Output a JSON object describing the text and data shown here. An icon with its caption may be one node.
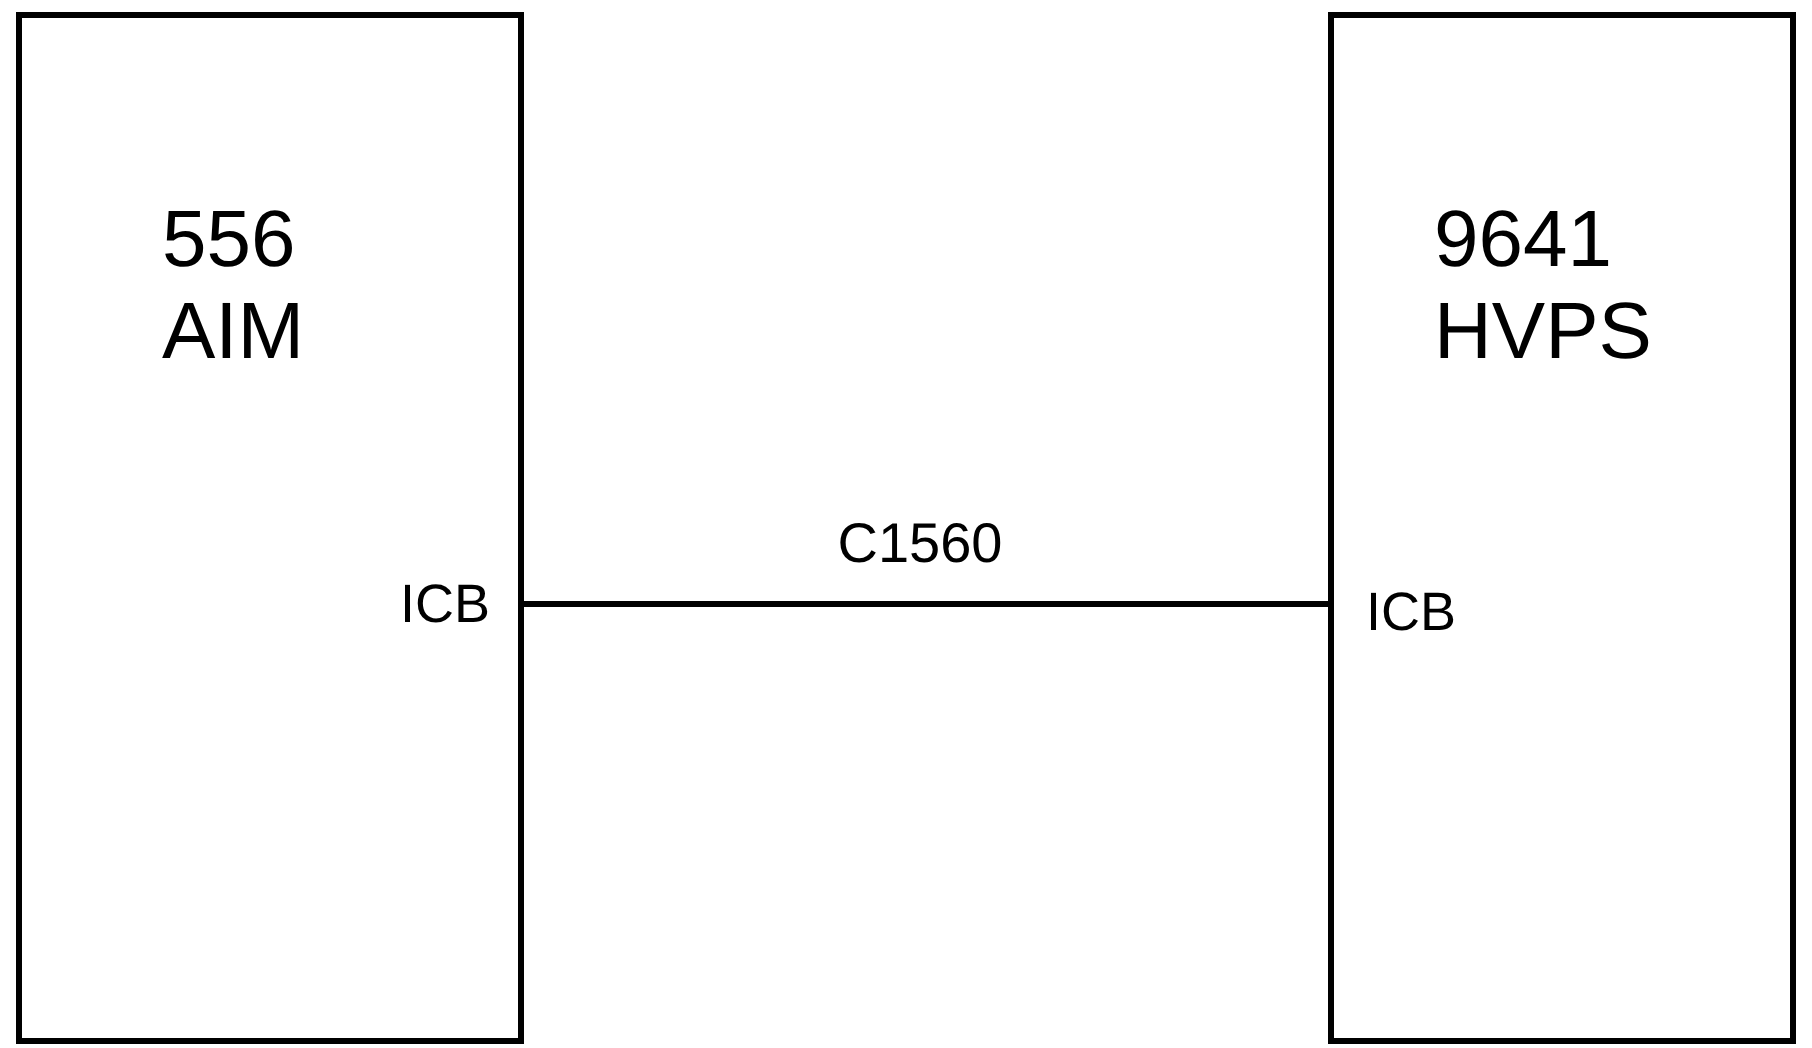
{
  "diagram": {
    "nodes": [
      {
        "text": [
          "556 AIM",
          "ICB"
        ]
      },
      {
        "text": [
          "9641 HVPS",
          "ICB"
        ]
      }
    ],
    "edges": [
      {
        "from": 0,
        "to": 1,
        "arrow": "none",
        "label": "C1560"
      }
    ]
  }
}
